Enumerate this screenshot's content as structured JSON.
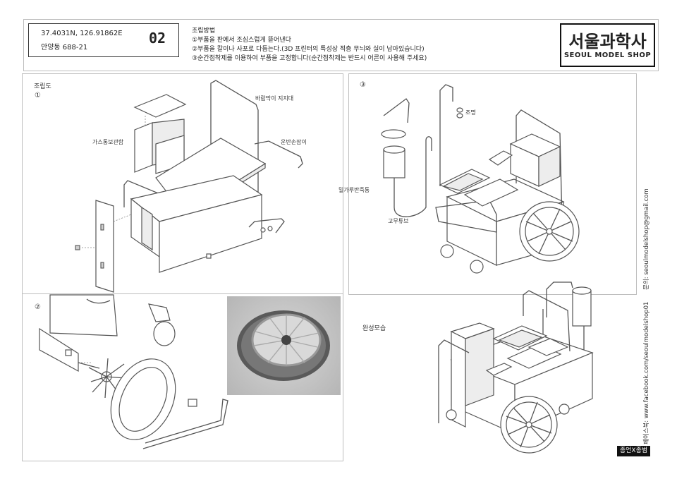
{
  "header": {
    "coordinates": "37.4031N, 126.91862E",
    "address": "안양동 688-21",
    "sheet_number": "02",
    "instructions_title": "조립방법",
    "instructions": [
      "①부품을 판에서 조심스럽게 뜯어낸다",
      "②부품을 칼이나 사포로 다듬는다.(3D 프린터의 특성상 적층 무늬와 실이 남아있습니다)",
      "③순간접착제를 이용하여 부품을 고정합니다(순간접착제는 반드시 어른이 사용해 주세요)"
    ],
    "brand_korean": "서울과학사",
    "brand_english": "SEOUL MODEL SHOP"
  },
  "panel1": {
    "title": "조립도",
    "step": "①",
    "labels": {
      "wind_guard": "바람막이 지지대",
      "gas_storage": "가스통보관함",
      "handle": "운반손잡이"
    }
  },
  "panel2": {
    "step": "②"
  },
  "panel3": {
    "step": "③",
    "labels": {
      "light": "조명",
      "flour_container": "밀가루반죽통",
      "rubber_tube": "고무튜브"
    }
  },
  "panel4": {
    "title": "완성모습"
  },
  "side_text": {
    "contact": "문의: seoulmodelshop@gmail.com",
    "facebook": "페이스북: www.facebook.com/seoulmodelshop01"
  },
  "badge": "종언X종범",
  "colors": {
    "frame": "#bdbdbd",
    "line": "#555555",
    "badge_bg": "#111111"
  }
}
